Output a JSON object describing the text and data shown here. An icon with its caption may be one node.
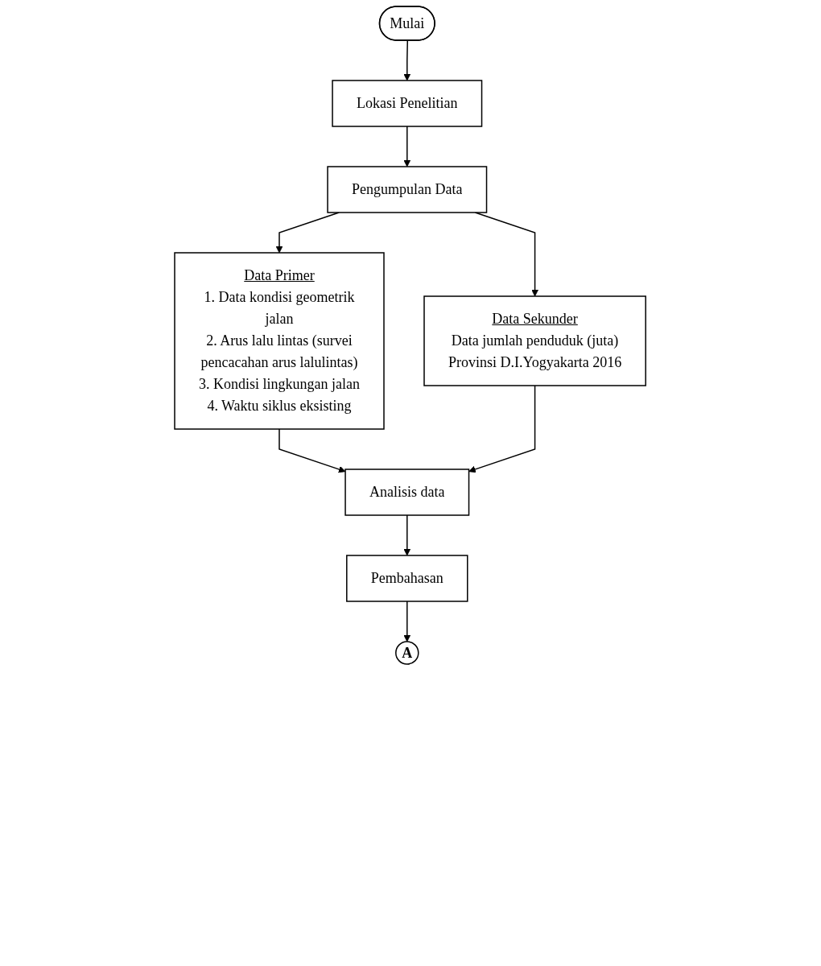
{
  "diagram": {
    "nodes": [
      {
        "text": [
          "Mulai"
        ]
      },
      {
        "text": [
          "Lokasi Penelitian"
        ]
      },
      {
        "text": [
          "Pengumpulan Data"
        ]
      },
      {
        "text": [
          "Data Primer",
          "1. Data kondisi geometrik jalan",
          "2. Arus lalu lintas (survei pencacahan arus lalulintas)",
          "3. Kondisi lingkungan jalan",
          "4. Waktu siklus eksisting"
        ]
      },
      {
        "text": [
          "Data Sekunder",
          "Data jumlah penduduk (juta) Provinsi D.I.Yogyakarta 2016"
        ]
      },
      {
        "text": [
          "Analisis data"
        ]
      },
      {
        "text": [
          "Pembahasan"
        ]
      },
      {
        "text": [
          "A"
        ]
      }
    ],
    "edges": [
      {
        "from": 0,
        "to": 1,
        "arrow": "to"
      },
      {
        "from": 1,
        "to": 2,
        "arrow": "to"
      },
      {
        "from": 2,
        "to": 3,
        "arrow": "to"
      },
      {
        "from": 2,
        "to": 4,
        "arrow": "to"
      },
      {
        "from": 3,
        "to": 5,
        "arrow": "to"
      },
      {
        "from": 4,
        "to": 5,
        "arrow": "to"
      },
      {
        "from": 5,
        "to": 6,
        "arrow": "to"
      },
      {
        "from": 6,
        "to": 7,
        "arrow": "to"
      }
    ]
  }
}
